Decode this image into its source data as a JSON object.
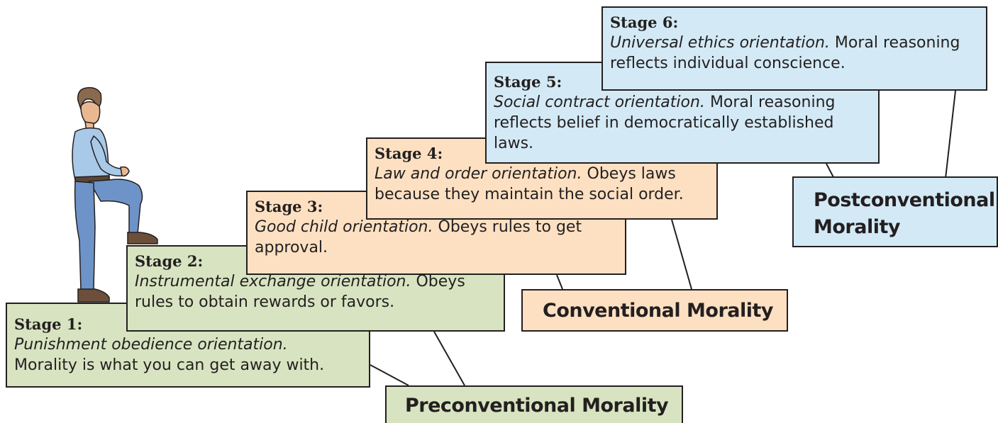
{
  "stages": [
    {
      "title": "Stage 1:",
      "orientation": "Punishment obedience orientation.",
      "description": "Morality is what you can get away with."
    },
    {
      "title": "Stage 2:",
      "orientation": "Instrumental exchange orientation.",
      "description": "Obeys rules to obtain rewards or favors."
    },
    {
      "title": "Stage 3:",
      "orientation": "Good child orientation.",
      "description": "Obeys rules to get approval."
    },
    {
      "title": "Stage 4:",
      "orientation": "Law and order orientation.",
      "description": "Obeys laws because they maintain the social order."
    },
    {
      "title": "Stage 5:",
      "orientation": "Social contract orientation.",
      "description": "Moral reasoning reflects belief in democratically established laws."
    },
    {
      "title": "Stage 6:",
      "orientation": "Universal ethics orientation.",
      "description": "Moral reasoning reflects individual conscience."
    }
  ],
  "levels": {
    "preconventional": "Preconventional Morality",
    "conventional": "Conventional Morality",
    "postconventional": "Postconventional Morality"
  },
  "colors": {
    "preconventional": "#d8e4c1",
    "conventional": "#fde0c2",
    "postconventional": "#d3eaf6",
    "border": "#231f20"
  },
  "illustration": "man-climbing-stairs-figure"
}
